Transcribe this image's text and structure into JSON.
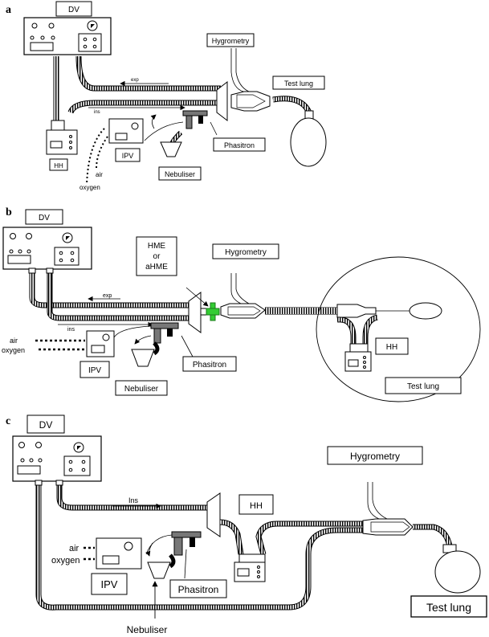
{
  "panels": [
    {
      "letter": "a",
      "labels": {
        "dv": "DV",
        "hh": "HH",
        "ipv": "IPV",
        "hygrometry": "Hygrometry",
        "test_lung": "Test lung",
        "phasitron": "Phasitron",
        "nebuliser": "Nebuliser",
        "exp": "exp",
        "ins": "ins",
        "air": "air",
        "oxygen": "oxygen"
      }
    },
    {
      "letter": "b",
      "labels": {
        "dv": "DV",
        "hme_line1": "HME",
        "hme_line2": "or",
        "hme_line3": "aHME",
        "hygrometry": "Hygrometry",
        "exp": "exp",
        "ins": "ins",
        "air": "air",
        "oxygen": "oxygen",
        "ipv": "IPV",
        "phasitron": "Phasitron",
        "nebuliser": "Nebuliser",
        "hh": "HH",
        "test_lung": "Test lung"
      }
    },
    {
      "letter": "c",
      "labels": {
        "dv": "DV",
        "hygrometry": "Hygrometry",
        "ins": "Ins",
        "hh": "HH",
        "air": "air",
        "oxygen": "oxygen",
        "ipv": "IPV",
        "phasitron": "Phasitron",
        "nebuliser": "Nebuliser",
        "test_lung": "Test lung"
      }
    }
  ],
  "colors": {
    "hme_filter": "#33cc33",
    "phasitron_fill": "#777777"
  }
}
